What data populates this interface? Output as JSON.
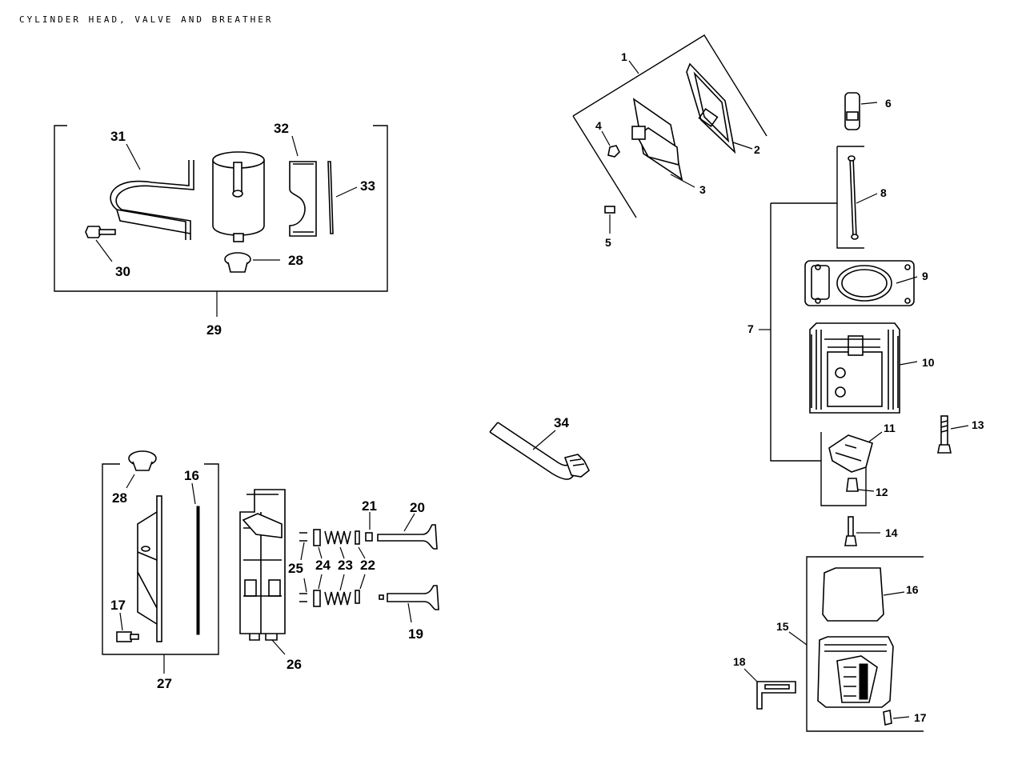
{
  "header": {
    "text": "CYLINDER HEAD, VALVE AND BREATHER"
  },
  "labels": {
    "l1": "1",
    "l2": "2",
    "l3": "3",
    "l4": "4",
    "l5": "5",
    "l6": "6",
    "l7": "7",
    "l8": "8",
    "l9": "9",
    "l10": "10",
    "l11": "11",
    "l12": "12",
    "l13": "13",
    "l14": "14",
    "l15": "15",
    "l16a": "16",
    "l16b": "16",
    "l17a": "17",
    "l17b": "17",
    "l18": "18",
    "l19": "19",
    "l20": "20",
    "l21": "21",
    "l22": "22",
    "l23": "23",
    "l24": "24",
    "l25": "25",
    "l26": "26",
    "l27": "27",
    "l28a": "28",
    "l28b": "28",
    "l29": "29",
    "l30": "30",
    "l31": "31",
    "l32": "32",
    "l33": "33",
    "l34": "34"
  }
}
